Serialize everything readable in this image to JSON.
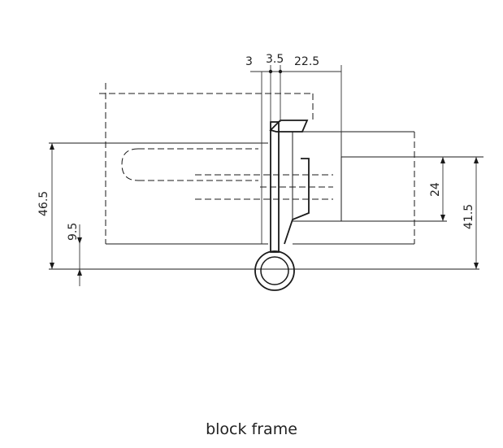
{
  "caption": "block frame",
  "dimensions": {
    "top_left": "3",
    "top_mid": "3.5",
    "top_right": "22.5",
    "left_outer": "46.5",
    "left_inner": "9.5",
    "right_inner": "24",
    "right_outer": "41.5"
  },
  "colors": {
    "line": "#1a1a1a",
    "thin": "#333333"
  }
}
